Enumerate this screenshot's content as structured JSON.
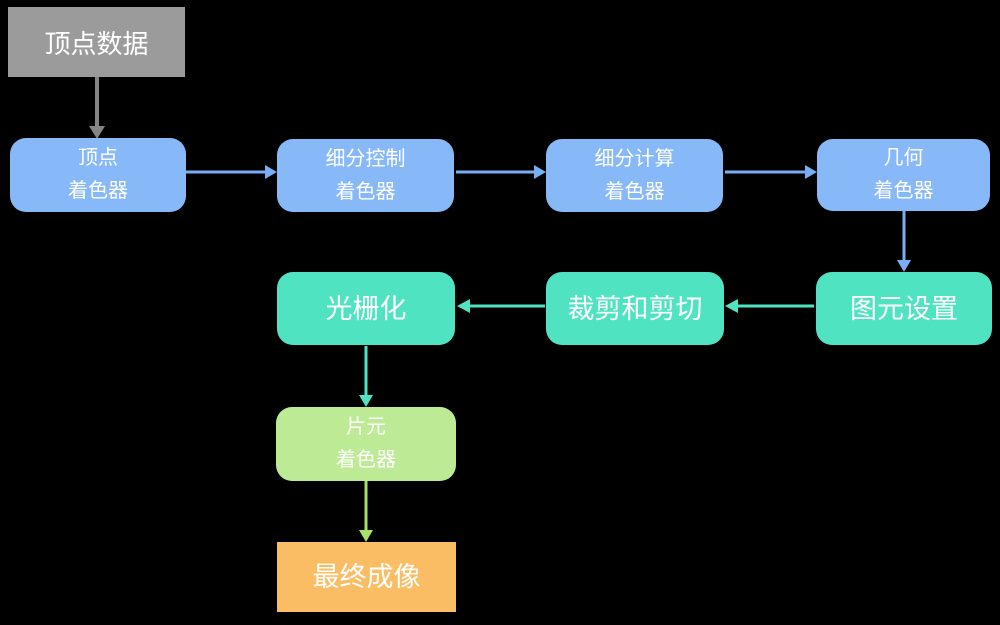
{
  "diagram": {
    "description_labels": {
      "vertex_data": {
        "label": "顶点数据"
      },
      "vertex_shader": {
        "line1": "顶点",
        "line2": "着色器"
      },
      "tess_control_shader": {
        "line1": "细分控制",
        "line2": "着色器"
      },
      "tess_eval_shader": {
        "line1": "细分计算",
        "line2": "着色器"
      },
      "geometry_shader": {
        "line1": "几何",
        "line2": "着色器"
      },
      "primitive_setup": {
        "label": "图元设置"
      },
      "clipping": {
        "label": "裁剪和剪切"
      },
      "rasterization": {
        "label": "光栅化"
      },
      "fragment_shader": {
        "line1": "片元",
        "line2": "着色器"
      },
      "final_image": {
        "label": "最终成像"
      }
    },
    "edges": [
      {
        "from": "vertex_data",
        "to": "vertex_shader",
        "color": "#858585"
      },
      {
        "from": "vertex_shader",
        "to": "tess_control_shader",
        "color": "#79AEF5"
      },
      {
        "from": "tess_control_shader",
        "to": "tess_eval_shader",
        "color": "#79AEF5"
      },
      {
        "from": "tess_eval_shader",
        "to": "geometry_shader",
        "color": "#79AEF5"
      },
      {
        "from": "geometry_shader",
        "to": "primitive_setup",
        "color": "#79AEF5"
      },
      {
        "from": "primitive_setup",
        "to": "clipping",
        "color": "#50E3C2"
      },
      {
        "from": "clipping",
        "to": "rasterization",
        "color": "#50E3C2"
      },
      {
        "from": "rasterization",
        "to": "fragment_shader",
        "color": "#50E3C2"
      },
      {
        "from": "fragment_shader",
        "to": "final_image",
        "color": "#A8E06A"
      }
    ],
    "colors": {
      "background": "#000000",
      "gray_box": "#9B9B9B",
      "blue_box": "#87B8F8",
      "teal_box": "#50E3C2",
      "green_box": "#BDEA94",
      "orange_box": "#FBBD63",
      "text": "#FFFFFF"
    }
  }
}
